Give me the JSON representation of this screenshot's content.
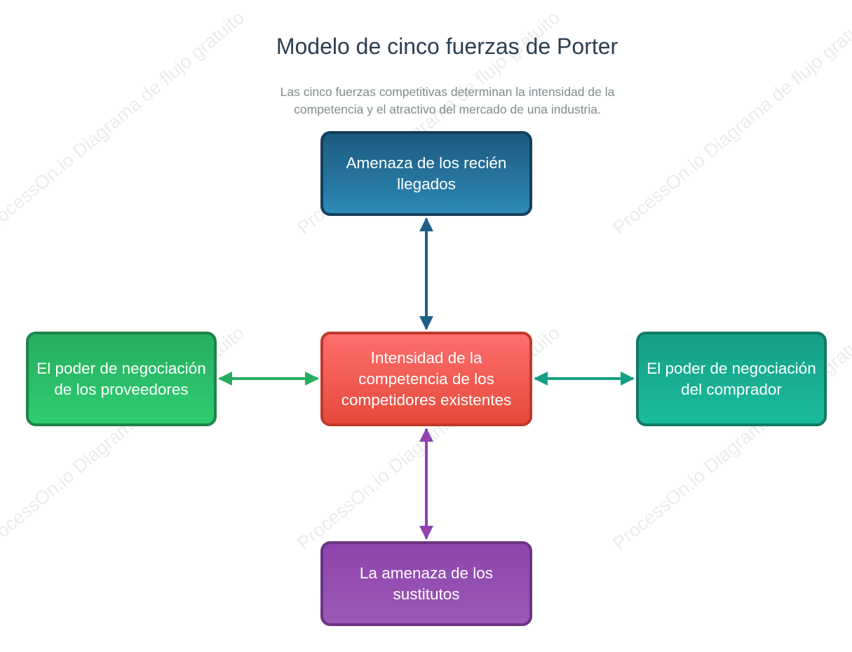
{
  "diagram": {
    "title": "Modelo de cinco fuerzas de Porter",
    "subtitle": "Las cinco fuerzas competitivas determinan la intensidad de la competencia y el atractivo del mercado de una industria.",
    "nodes": {
      "top": "Amenaza de los recién llegados",
      "center": "Intensidad de la competencia de los competidores existentes",
      "left": "El poder de negociación de los proveedores",
      "right": "El poder de negociación del comprador",
      "bottom": "La amenaza de los sustitutos"
    },
    "colors": {
      "top": "#1f5f86",
      "center": "#e74c3c",
      "left": "#27ae60",
      "right": "#16a085",
      "bottom": "#8e44ad",
      "title": "#2c3e50",
      "subtitle": "#7f8c8d"
    },
    "watermark": "ProcessOn.io Diagrama de flujo gratuito"
  }
}
